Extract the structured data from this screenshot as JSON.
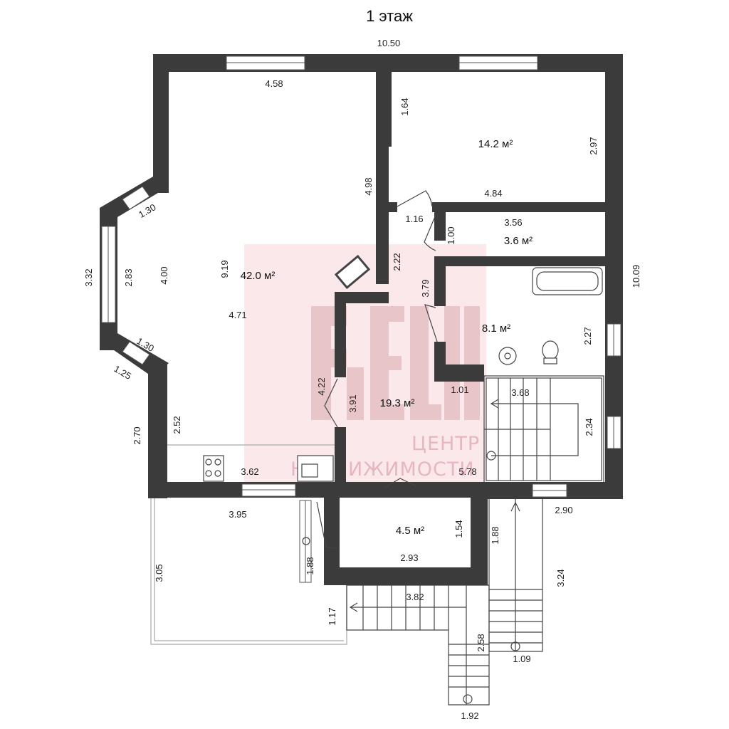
{
  "title": "1 этаж",
  "watermark": {
    "logo": "RELIFE",
    "line1": "ЦЕНТР",
    "line2": "НЕДВИЖИМОСТИ",
    "color": "#e8a7af"
  },
  "rooms": {
    "living": "42.0 м²",
    "bedroom": "14.2 м²",
    "storage": "3.6 м²",
    "bathroom": "8.1 м²",
    "hall": "19.3 м²",
    "vestibule": "4.5 м²"
  },
  "dims": {
    "overall_width": "10.50",
    "overall_height": "10.09",
    "d_4_58": "4.58",
    "d_1_64": "1.64",
    "d_2_97": "2.97",
    "d_4_98": "4.98",
    "d_4_84": "4.84",
    "d_1_30_top": "1.30",
    "d_1_16": "1.16",
    "d_3_56": "3.56",
    "d_1_00": "1.00",
    "d_3_32": "3.32",
    "d_2_83": "2.83",
    "d_4_00": "4.00",
    "d_9_19": "9.19",
    "d_2_22": "2.22",
    "d_3_79": "3.79",
    "d_4_71": "4.71",
    "d_1_30_bottom": "1.30",
    "d_2_27": "2.27",
    "d_1_25": "1.25",
    "d_1_01": "1.01",
    "d_3_68": "3.68",
    "d_4_22": "4.22",
    "d_3_91": "3.91",
    "d_2_52": "2.52",
    "d_2_34": "2.34",
    "d_2_70": "2.70",
    "d_3_62": "3.62",
    "d_5_78": "5.78",
    "d_3_95": "3.95",
    "d_2_90": "2.90",
    "d_1_54": "1.54",
    "d_1_88_a": "1.88",
    "d_2_93": "2.93",
    "d_3_05": "3.05",
    "d_1_88_b": "1.88",
    "d_3_24": "3.24",
    "d_3_82": "3.82",
    "d_1_17": "1.17",
    "d_2_58": "2.58",
    "d_1_09": "1.09",
    "d_1_92": "1.92"
  },
  "colors": {
    "wall": "#3b3b3b",
    "line": "#444444",
    "window": "#ffffff"
  }
}
